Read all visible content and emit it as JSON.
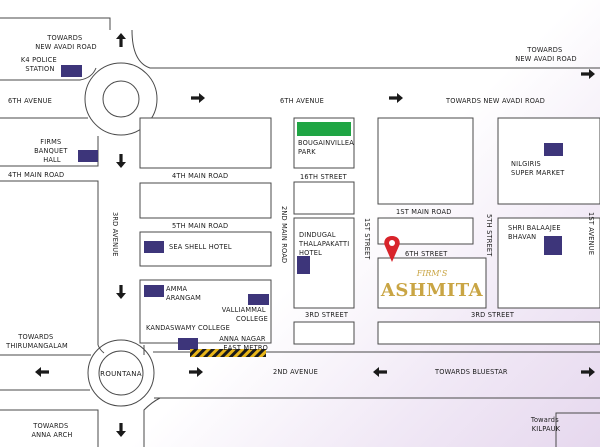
{
  "colors": {
    "block_stroke": "#4a4a4a",
    "marker_blue": "#3d357a",
    "park_green": "#1fa544",
    "pin_red": "#d8232a",
    "brand_gold": "#c9a544",
    "arrow": "#1a1a1a",
    "tint_purple": "#e6d8ee"
  },
  "icons": {
    "direction_arrow": "direction-arrow-icon",
    "location_pin": "location-pin-icon",
    "landmark_marker": "landmark-marker-icon",
    "construction_stripes": "metro-construction-icon"
  },
  "labels": {
    "towards_new_avadi_nw": [
      "TOWARDS",
      "NEW AVADI ROAD"
    ],
    "towards_new_avadi_ne": [
      "TOWARDS",
      "NEW AVADI ROAD"
    ],
    "k4_police": [
      "K4 POLICE",
      "STATION"
    ],
    "sixth_avenue_left": "6TH AVENUE",
    "sixth_avenue_mid": "6TH AVENUE",
    "towards_new_avadi_road": "TOWARDS NEW AVADI ROAD",
    "firms_hall": [
      "FIRMS",
      "BANQUET",
      "HALL"
    ],
    "fourth_main_left": "4TH MAIN ROAD",
    "fourth_main_mid": "4TH MAIN ROAD",
    "bougainvillea": [
      "BOUGAINVILLEA",
      "PARK"
    ],
    "sixteenth_street": "16TH STREET",
    "first_main_road": "1ST MAIN ROAD",
    "nilgiris": [
      "NILGIRIS",
      "SUPER MARKET"
    ],
    "fifth_main_road": "5TH MAIN ROAD",
    "third_avenue": "3RD AVENUE",
    "second_main_road": "2ND MAIN ROAD",
    "dindugal": [
      "DINDUGAL",
      "THALAPAKATTI",
      "HOTEL"
    ],
    "first_street": "1ST STREET",
    "fifth_street": "5TH STREET",
    "shri_balaajee": [
      "SHRI BALAAJEE",
      "BHAVAN"
    ],
    "first_avenue": "1ST AVENUE",
    "sea_shell": "SEA SHELL HOTEL",
    "sixth_street": "6TH STREET",
    "amma_arangam": [
      "AMMA",
      "ARANGAM"
    ],
    "valliammal": [
      "VALLIAMMAL",
      "COLLEGE"
    ],
    "third_street_left": "3RD STREET",
    "third_street_right": "3RD STREET",
    "towards_thirumangalam": [
      "TOWARDS",
      "THIRUMANGALAM"
    ],
    "kandaswamy": "KANDASWAMY COLLEGE",
    "anna_nagar_metro": [
      "ANNA NAGAR",
      "EAST METRO"
    ],
    "rountana": "ROUNTANA",
    "second_avenue": "2ND AVENUE",
    "towards_bluestar": "TOWARDS BLUESTAR",
    "towards_anna_arch": [
      "TOWARDS",
      "ANNA ARCH"
    ],
    "towards_kilpauk": [
      "Towards",
      "KILPAUK"
    ]
  },
  "brand": {
    "top": "FIRM'S",
    "name": "ASHMITA"
  }
}
